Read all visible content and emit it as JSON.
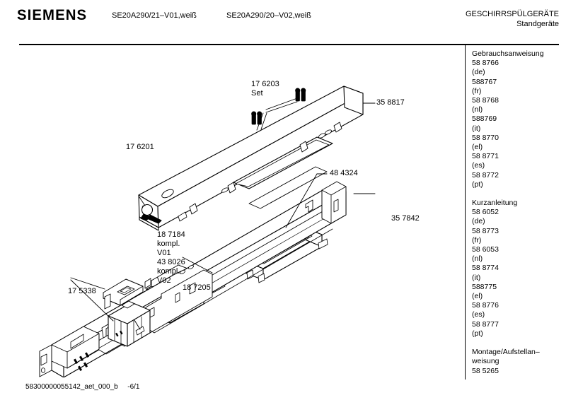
{
  "header": {
    "brand": "SIEMENS",
    "model_left": "SE20A290/21–V01,weiß",
    "model_right": "SE20A290/20–V02,weiß",
    "category": "GESCHIRRSPÜLGERÄTE",
    "subcategory": "Standgeräte"
  },
  "parts_list": [
    {
      "title": "Gebrauchsanweisung",
      "lines": [
        "58 8766",
        "(de)",
        "588767",
        "(fr)",
        "58 8768",
        "(nl)",
        "588769",
        "(it)",
        "58 8770",
        "(el)",
        "58 8771",
        "(es)",
        "58 8772",
        "(pt)"
      ]
    },
    {
      "title": "Kurzanleitung",
      "lines": [
        "58 6052",
        "(de)",
        "58 8773",
        "(fr)",
        "58 6053",
        "(nl)",
        "58 8774",
        "(it)",
        "588775",
        "(el)",
        "58 8776",
        "(es)",
        "58 8777",
        "(pt)"
      ]
    },
    {
      "title": "Montage/Aufstellan–",
      "title2": "weisung",
      "lines": [
        "58 5265"
      ]
    }
  ],
  "callouts": {
    "c176203": "17 6203",
    "c176203_set": "Set",
    "c176201": "17 6201",
    "c358817": "35 8817",
    "c484324": "48 4324",
    "c357842": "35 7842",
    "c187184": "18 7184",
    "c187184_k": "kompl.",
    "c187184_v": "V01",
    "c438026": "43 8026",
    "c438026_k": "kompl.",
    "c438026_v": "V02",
    "c187205": "18 7205",
    "c175338": "17 5338"
  },
  "footer": {
    "doc_id": "58300000055142_aet_000_b",
    "page": "-6/1"
  },
  "colors": {
    "ink": "#000000",
    "paper": "#ffffff",
    "shade": "#e8e8e8"
  }
}
